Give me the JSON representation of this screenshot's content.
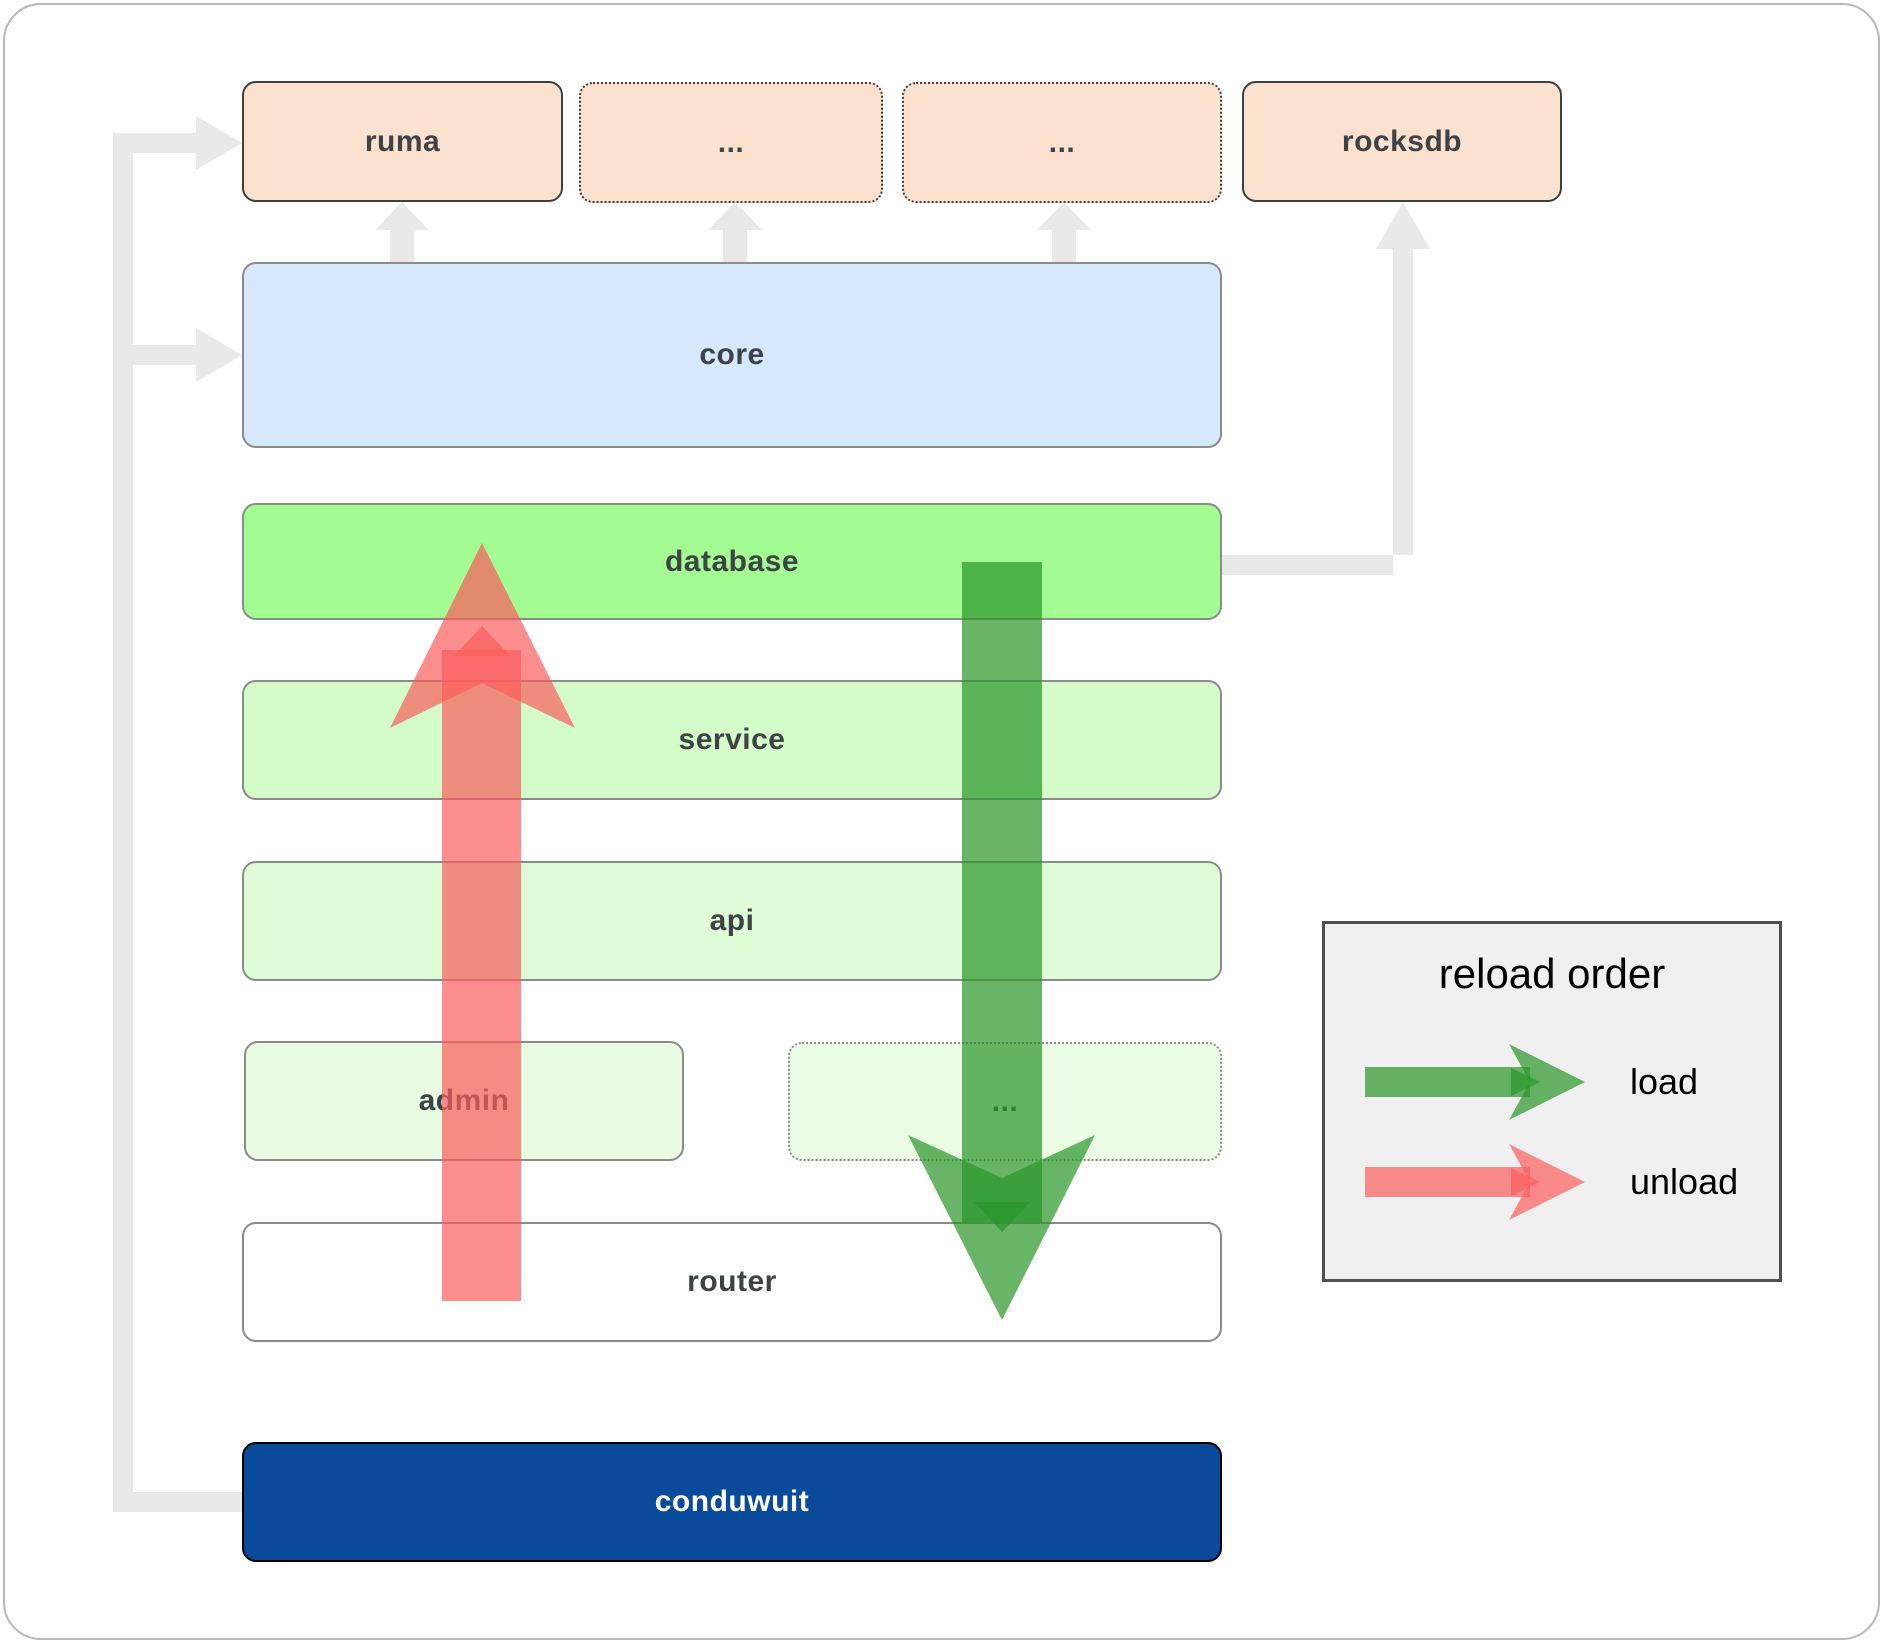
{
  "nodes": {
    "ruma": "ruma",
    "dots_top_1": "...",
    "dots_top_2": "...",
    "rocksdb": "rocksdb",
    "core": "core",
    "database": "database",
    "service": "service",
    "api": "api",
    "admin": "admin",
    "dots_admin": "...",
    "router": "router",
    "conduwuit": "conduwuit"
  },
  "legend": {
    "title": "reload order",
    "load_label": "load",
    "unload_label": "unload"
  },
  "colors": {
    "load_arrow_green": "#289628",
    "unload_arrow_red": "#fa5c5c",
    "connector_gray": "#e9e9e9",
    "peach_box": "#fbe2cf",
    "core_box": "#d6e8fb",
    "database_box": "#a3fc92",
    "service_box": "#d3fcc9",
    "api_box": "#ddfbd5",
    "admin_box": "#e9fce2",
    "conduwuit_box": "#0a4a9a",
    "legend_bg": "#f0f0f0"
  }
}
